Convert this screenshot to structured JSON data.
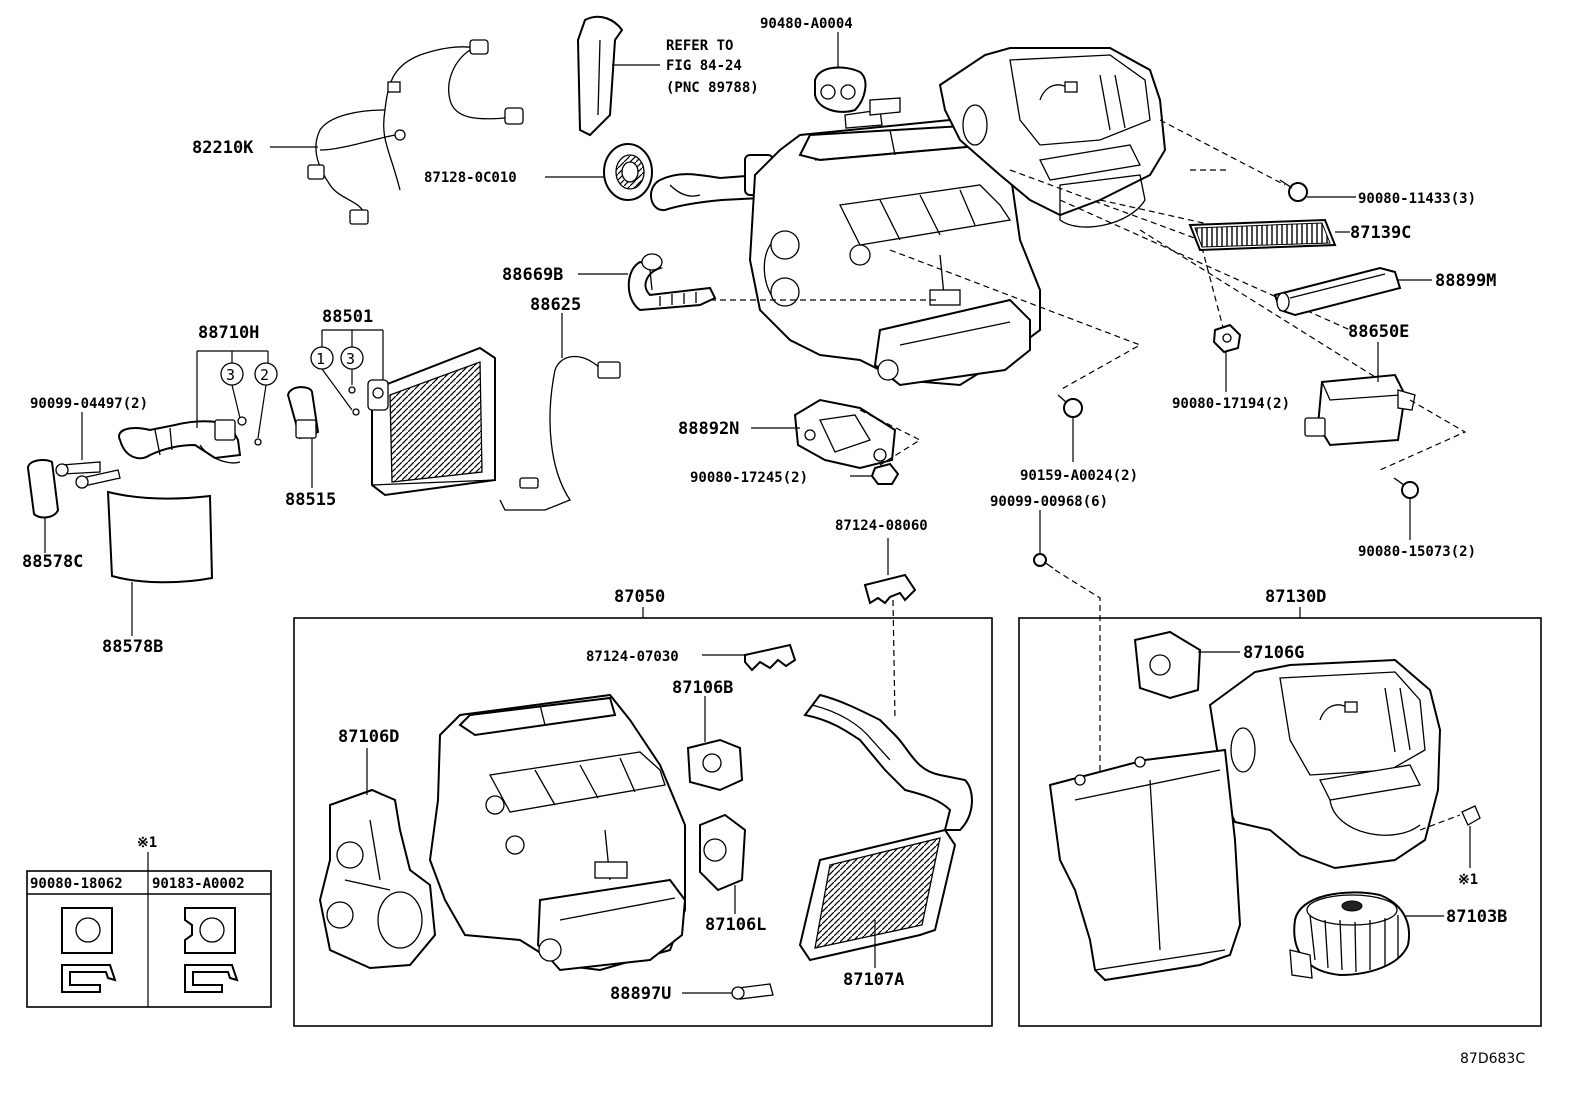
{
  "labels": {
    "p82210K": "82210K",
    "p90480A0004": "90480-A0004",
    "refer_line1": "REFER TO",
    "refer_line2": "FIG 84-24",
    "refer_line3": "(PNC 89788)",
    "p871280C010": "87128-0C010",
    "p9008011433": "90080-11433(3)",
    "p87139C": "87139C",
    "p88669B": "88669B",
    "p88625": "88625",
    "p88899M": "88899M",
    "p88501": "88501",
    "p88710H": "88710H",
    "p88650E": "88650E",
    "p9009904497": "90099-04497(2)",
    "p9008017194": "90080-17194(2)",
    "p88892N": "88892N",
    "p88515": "88515",
    "p9008017245": "90080-17245(2)",
    "p90159A0024": "90159-A0024(2)",
    "p9009900968": "90099-00968(6)",
    "p88578C": "88578C",
    "p88578B": "88578B",
    "p9008015073": "90080-15073(2)",
    "p8712408060": "87124-08060",
    "p87050": "87050",
    "p87130D": "87130D",
    "p8712407030": "87124-07030",
    "p87106B": "87106B",
    "p87106G": "87106G",
    "p87106D": "87106D",
    "p87106L": "87106L",
    "p87103B": "87103B",
    "p87107A": "87107A",
    "p88897U": "88897U",
    "note_mark": "※1",
    "table_col1": "90080-18062",
    "table_col2": "90183-A0002",
    "circle_1": "1",
    "circle_2": "2",
    "circle_3a": "3",
    "circle_3b": "3",
    "figure_code": "87D683C"
  }
}
